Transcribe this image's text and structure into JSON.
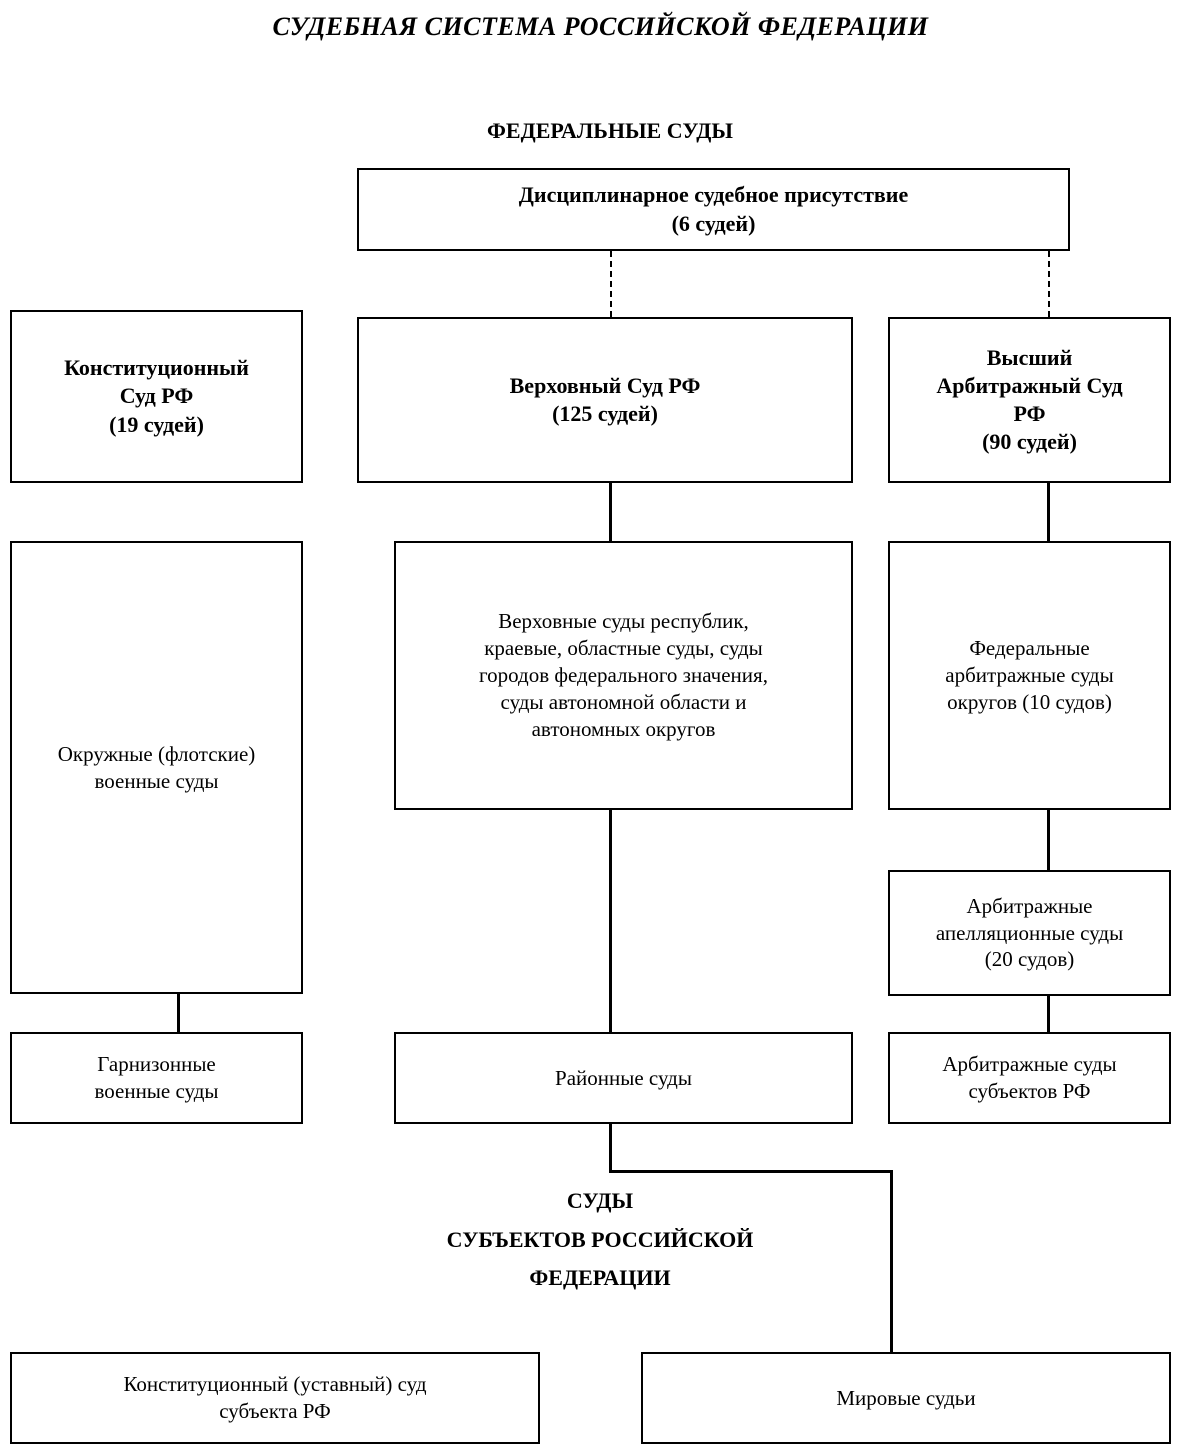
{
  "diagram": {
    "type": "hierarchy-flowchart",
    "title": "СУДЕБНАЯ СИСТЕМА РОССИЙСКОЙ ФЕДЕРАЦИИ",
    "section_headers": {
      "federal": "ФЕДЕРАЛЬНЫЕ СУДЫ",
      "subjects": "СУДЫ\nСУБЪЕКТОВ РОССИЙСКОЙ\nФЕДЕРАЦИИ"
    },
    "nodes": {
      "disciplinary": "Дисциплинарное судебное присутствие\n(6 судей)",
      "constitutional_court": "Конституционный\nСуд РФ\n(19 судей)",
      "supreme_court": "Верховный Суд РФ\n(125 судей)",
      "high_arbitration_court": "Высший\nАрбитражный Суд\nРФ\n(90 судей)",
      "district_military_courts": "Окружные (флотские)\nвоенные суды",
      "regional_courts": "Верховные суды республик,\nкраевые, областные суды, суды\nгородов федерального значения,\nсуды автономной области и\nавтономных округов",
      "federal_arbitration_districts": "Федеральные\nарбитражные суды\nокругов (10 судов)",
      "arbitration_appeal_courts": "Арбитражные\nапелляционные суды\n(20 судов)",
      "garrison_military_courts": "Гарнизонные\nвоенные суды",
      "district_courts": "Районные суды",
      "arbitration_courts_subjects": "Арбитражные суды\nсубъектов РФ",
      "constitutional_court_subject": "Конституционный (уставный) суд\nсубъекта РФ",
      "justices_of_peace": "Мировые судьи"
    },
    "colors": {
      "line": "#000000",
      "background": "#ffffff",
      "text": "#000000"
    }
  }
}
